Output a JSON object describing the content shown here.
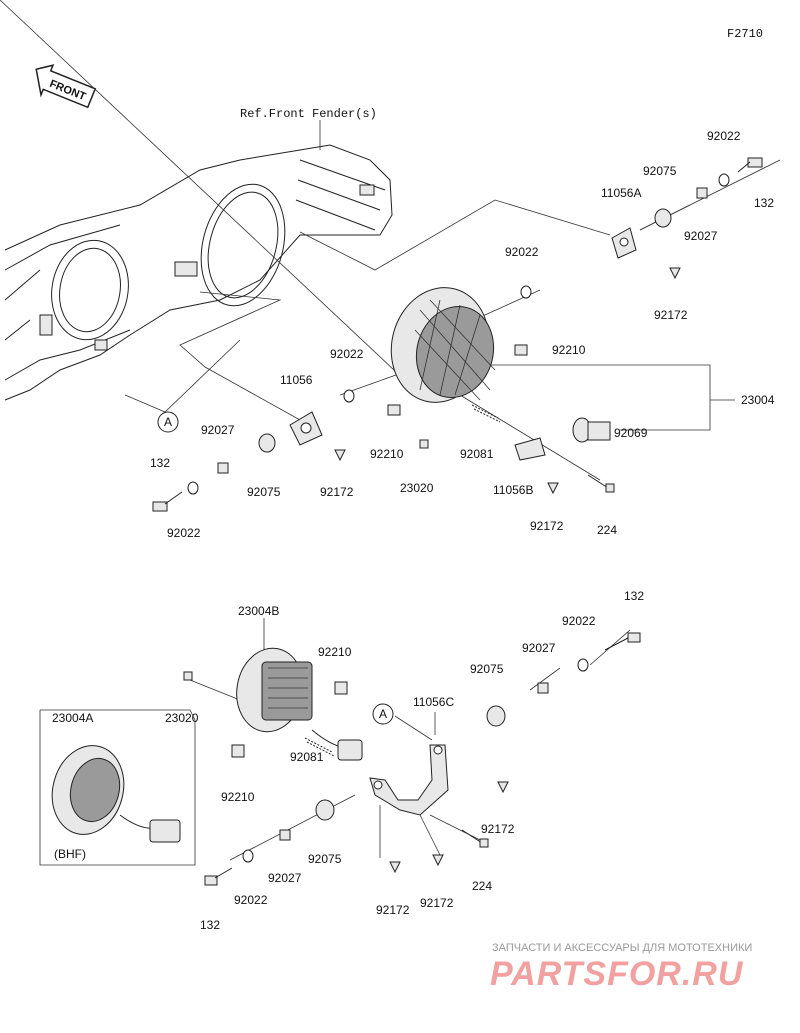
{
  "figure_code": "F2710",
  "front_arrow_label": "FRONT",
  "ref_label": "Ref.Front Fender(s)",
  "ref_marker": "A",
  "bhf_label": "(BHF)",
  "watermark": {
    "top_text": "ЗАПЧАСТИ И АКСЕССУАРЫ ДЛЯ МОТОТЕХНИКИ",
    "logo_text": "PARTSFOR.RU"
  },
  "parts_upper": {
    "p92022_a": "92022",
    "p92075_a": "92075",
    "p11056A": "11056A",
    "p132_a": "132",
    "p92027_a": "92027",
    "p92022_b": "92022",
    "p92172_a": "92172",
    "p92210_a": "92210",
    "p92022_c": "92022",
    "p11056": "11056",
    "p23004": "23004",
    "p92027_b": "92027",
    "p92069": "92069",
    "p132_b": "132",
    "p92075_b": "92075",
    "p92172_b": "92172",
    "p92210_b": "92210",
    "p92081_a": "92081",
    "p23020_a": "23020",
    "p11056B": "11056B",
    "p92022_d": "92022",
    "p92172_c": "92172",
    "p224_a": "224"
  },
  "parts_lower": {
    "p132_c": "132",
    "p23004B": "23004B",
    "p92022_e": "92022",
    "p92210_c": "92210",
    "p92027_c": "92027",
    "p92075_c": "92075",
    "p23020_b": "23020",
    "p23004A": "23004A",
    "p11056C": "11056C",
    "p92210_d": "92210",
    "p92081_b": "92081",
    "p92172_d": "92172",
    "p92075_d": "92075",
    "p224_b": "224",
    "p92027_d": "92027",
    "p132_d": "132",
    "p92022_f": "92022",
    "p92172_e": "92172",
    "p92172_f": "92172"
  }
}
